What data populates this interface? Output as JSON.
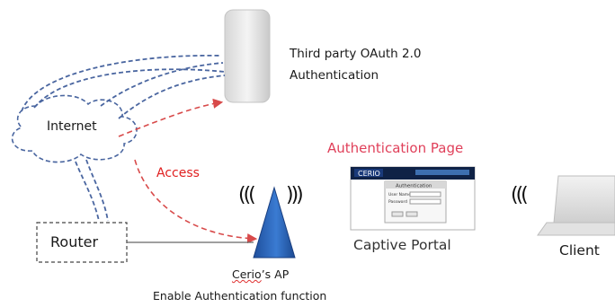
{
  "server": {
    "line1": "Third party OAuth 2.0",
    "line2": "Authentication"
  },
  "cloud": {
    "label": "Internet"
  },
  "access": {
    "label": "Access"
  },
  "auth_page": {
    "label": "Authentication Page"
  },
  "router": {
    "label": "Router"
  },
  "captive_portal": {
    "label": "Captive Portal"
  },
  "client": {
    "label": "Client"
  },
  "ap": {
    "label_name": "Cerio",
    "label_suffix": "’s AP",
    "description": "Enable Authentication function"
  },
  "wave_left": "(((",
  "wave_right": ")))",
  "wave_client": "(((",
  "thumbnail": {
    "brand": "CERIO",
    "panel_title": "Authentication",
    "field1": "User Name",
    "field2": "Password"
  },
  "colors": {
    "dashed_link": "#4a66a0",
    "access_arrow": "#d84a4a",
    "ap_fill": "#2f6fc7",
    "label_red": "#e02020"
  }
}
